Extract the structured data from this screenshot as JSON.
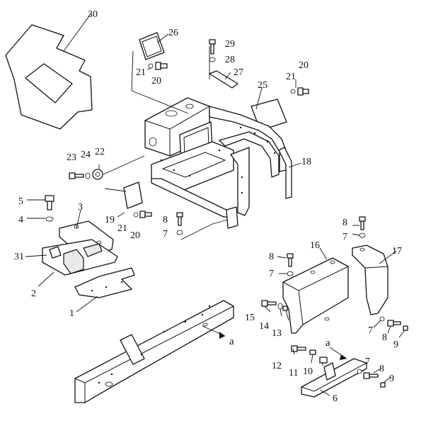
{
  "callouts": {
    "p1": "1",
    "p2": "2",
    "p3": "3",
    "p4": "4",
    "p5": "5",
    "p6": "6",
    "p7a": "7",
    "p7b": "7",
    "p7c": "7",
    "p7d": "7",
    "p7e": "7",
    "p8a": "8",
    "p8b": "8",
    "p8c": "8",
    "p8d": "8",
    "p8e": "8",
    "p9a": "9",
    "p9b": "9",
    "p10": "10",
    "p11": "11",
    "p12": "12",
    "p13": "13",
    "p14": "14",
    "p15": "15",
    "p16": "16",
    "p17": "17",
    "p18": "18",
    "p19": "19",
    "p20a": "20",
    "p20b": "20",
    "p20c": "20",
    "p21a": "21",
    "p21b": "21",
    "p21c": "21",
    "p22": "22",
    "p23": "23",
    "p24": "24",
    "p25": "25",
    "p26": "26",
    "p27": "27",
    "p28": "28",
    "p29": "29",
    "p30": "30",
    "p31": "31"
  },
  "markers": {
    "a1": "a",
    "a2": "a"
  }
}
